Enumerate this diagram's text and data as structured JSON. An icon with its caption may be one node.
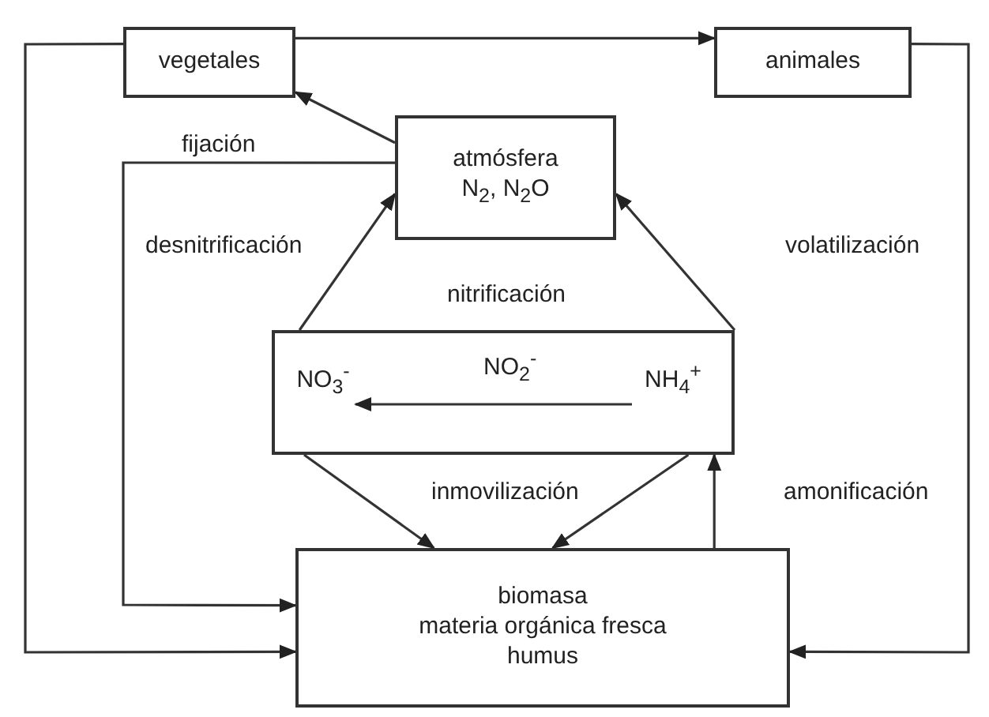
{
  "diagram": {
    "nodes": [
      {
        "text": [
          "vegetales"
        ]
      },
      {
        "text": [
          "animales"
        ]
      },
      {
        "text": [
          "atmósfera",
          "N$_{2}$, N$_{2}$O"
        ]
      },
      {
        "text": [],
        "shape": "box"
      },
      {
        "text": [
          "NO$_{3}$$^{-}$"
        ],
        "in": 3
      },
      {
        "text": [
          "NH$_{4}$$^{+}$"
        ],
        "in": 3
      },
      {
        "text": [
          "biomasa",
          "materia orgánica fresca",
          "humus"
        ]
      }
    ],
    "edges": [
      {
        "from": 0,
        "to": 1,
        "arrow": "to"
      },
      {
        "from": 2,
        "to": 0,
        "arrow": "to"
      },
      {
        "from": 2,
        "to": 6,
        "arrow": "to"
      },
      {
        "from": 0,
        "to": 6,
        "arrow": "to"
      },
      {
        "from": 1,
        "to": 6,
        "arrow": "to"
      },
      {
        "from": 3,
        "to": 2,
        "arrow": "to"
      },
      {
        "from": 3,
        "to": 2,
        "arrow": "to"
      },
      {
        "from": 3,
        "to": 6,
        "arrow": "to"
      },
      {
        "from": 3,
        "to": 6,
        "arrow": "to"
      },
      {
        "from": 6,
        "to": 3,
        "arrow": "to"
      },
      {
        "from": 5,
        "to": 4,
        "arrow": "to"
      }
    ],
    "labels": [
      "fijación",
      "desnitrificación",
      "volatilización",
      "nitrificación",
      "NO$_{2}$$^{-}$",
      "inmovilización",
      "amonificación"
    ]
  }
}
